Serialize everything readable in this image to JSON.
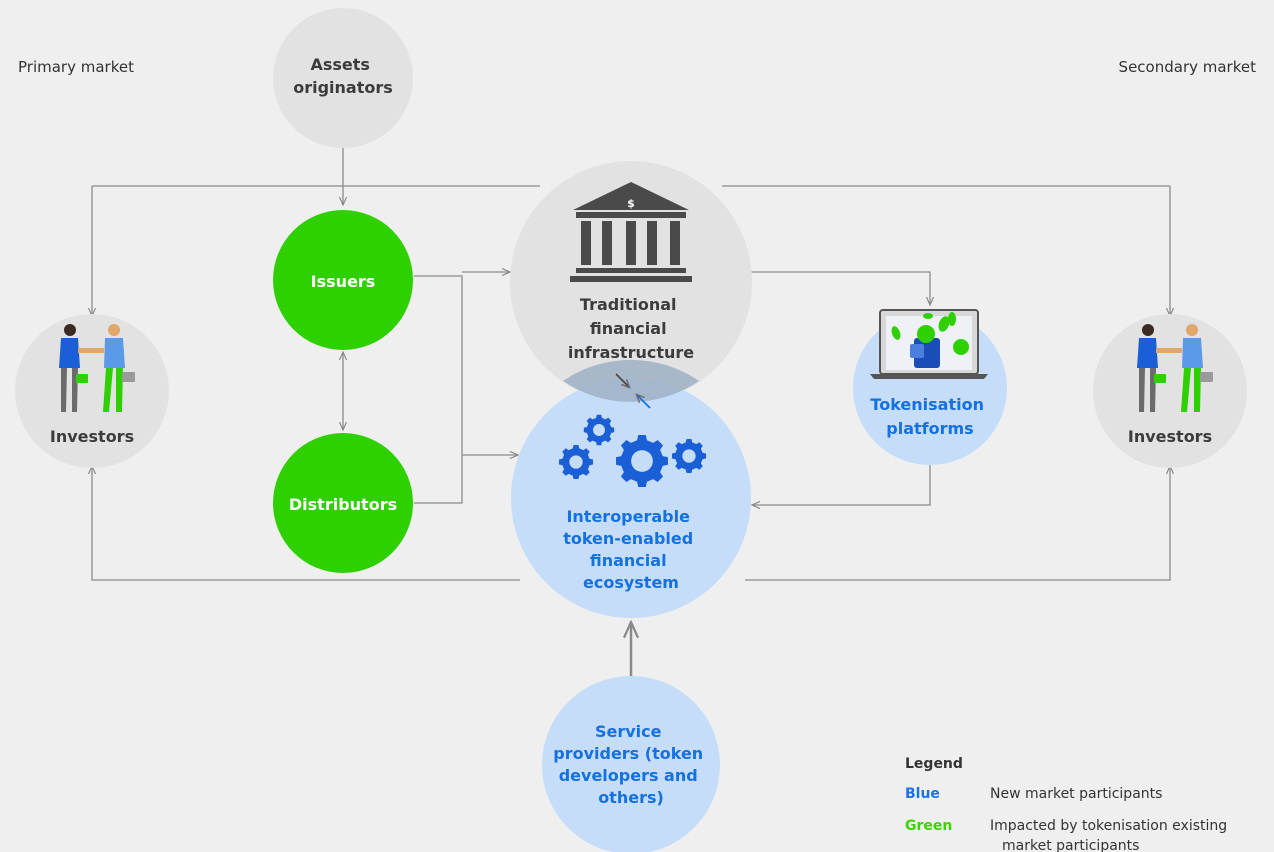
{
  "markets": {
    "primary": "Primary market",
    "secondary": "Secondary market"
  },
  "nodes": {
    "assets_originators": [
      "Assets",
      "originators"
    ],
    "issuers": [
      "Issuers"
    ],
    "distributors": [
      "Distributors"
    ],
    "traditional_infra": [
      "Traditional",
      "financial",
      "infrastructure"
    ],
    "interoperable": [
      "Interoperable",
      "token-enabled",
      "financial",
      "ecosystem"
    ],
    "tokenisation_platforms": [
      "Tokenisation",
      "platforms"
    ],
    "investors_left": [
      "Investors"
    ],
    "investors_right": [
      "Investors"
    ],
    "service_providers": [
      "Service",
      "providers (token",
      "developers and",
      "others)"
    ]
  },
  "icons": {
    "bank": "bank-icon",
    "bank_symbol": "$",
    "gears": "gears-icon",
    "laptop": "laptop-coins-icon",
    "handshake": "handshake-icon"
  },
  "legend": {
    "title": "Legend",
    "items": [
      {
        "key": "Blue",
        "description": [
          "New market participants"
        ],
        "color": "#1a73e8"
      },
      {
        "key": "Green",
        "description": [
          "Impacted by tokenisation existing",
          "market participants"
        ],
        "color": "#3bd400"
      }
    ]
  },
  "colors": {
    "green": "#2ed000",
    "light_blue": "#c5ddf8",
    "gray_circle": "#e2e2e2",
    "blue_text": "#1570e0",
    "dark_text": "#3c3c3c",
    "arrow": "#8a8a8a"
  }
}
